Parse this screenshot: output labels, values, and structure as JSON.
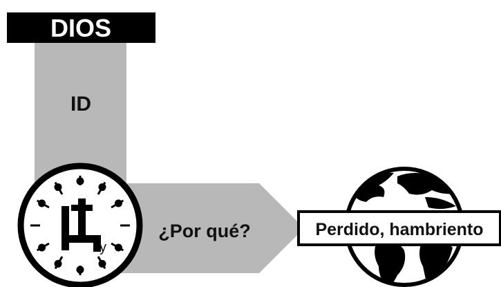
{
  "header": {
    "title": "DIOS"
  },
  "vertical_flow": {
    "label": "ID"
  },
  "horizontal_flow": {
    "label": "¿Por qué?"
  },
  "clock": {
    "glyph_main": "Ħ",
    "glyph_cross": "†",
    "subscript": "y"
  },
  "globe": {
    "label": "Perdido, hambriento"
  },
  "colors": {
    "title_bg": "#000000",
    "title_text": "#ffffff",
    "arrow_fill": "#b8b8b8",
    "outline": "#000000",
    "ink": "#111111"
  }
}
